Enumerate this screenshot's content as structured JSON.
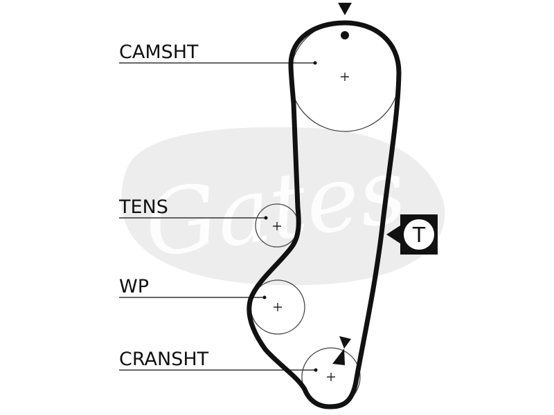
{
  "colors": {
    "belt": "#111111",
    "pulley_outline": "#333333",
    "watermark": "#e8e8e8",
    "background": "#ffffff"
  },
  "labels": {
    "camshaft": "CAMSHT",
    "tensioner": "TENS",
    "water_pump": "WP",
    "crankshaft": "CRANSHT"
  },
  "tension_badge": {
    "letter": "T",
    "icon": "tension-indicator-icon"
  },
  "watermark_logo": {
    "text": "Gates",
    "icon": "gates-logo-watermark"
  },
  "markers": {
    "camshaft_timing": "down-triangle-icon",
    "crankshaft_timing": "bowtie-marker-icon"
  }
}
